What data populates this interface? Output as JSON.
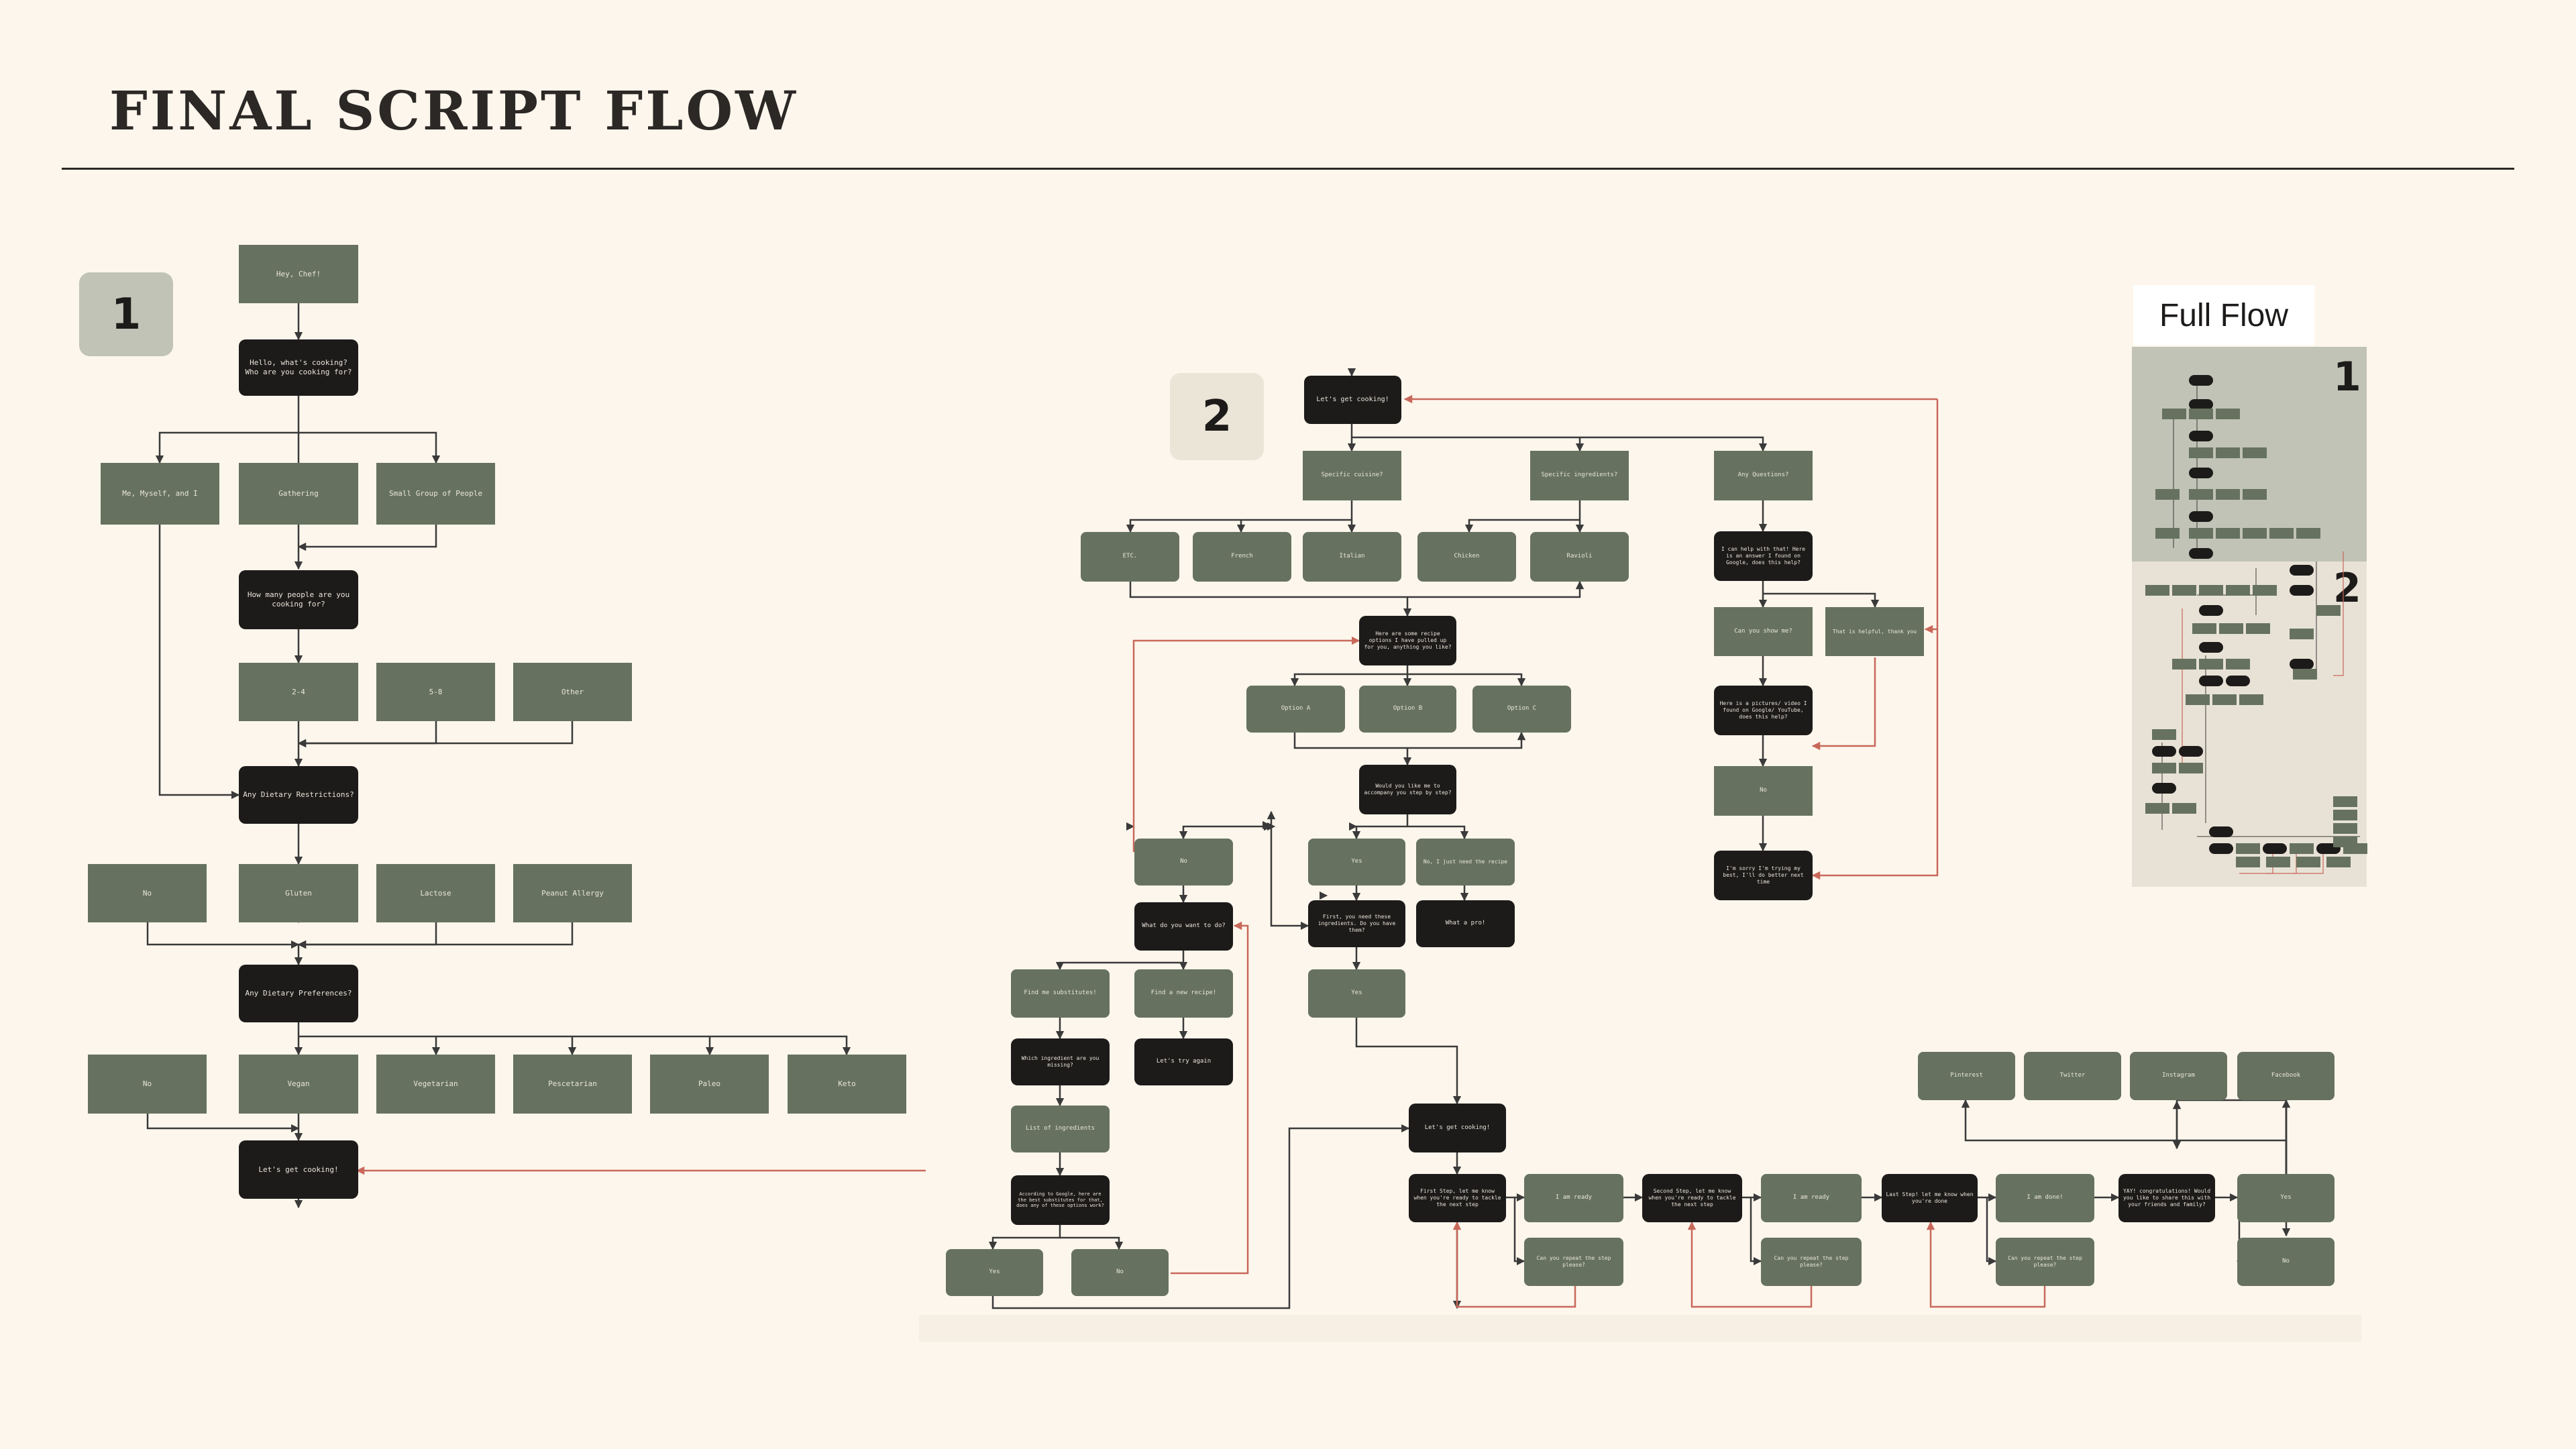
{
  "page": {
    "title": "FINAL SCRIPT FLOW"
  },
  "sections": {
    "one": "1",
    "two": "2"
  },
  "full_flow": {
    "title": "Full Flow",
    "labels": [
      "1",
      "2"
    ]
  },
  "colors": {
    "background": "#fdf6ec",
    "option_box": "#66725f",
    "dialog_box": "#1d1b1a",
    "box_text": "#e9e4da",
    "loop_line": "#c8685a",
    "line": "#3a3a3a"
  },
  "nodes": {
    "hey_chef": "Hey, Chef!",
    "hello_cooking": "Hello, what's cooking? Who are you cooking for?",
    "me_myself": "Me, Myself, and I",
    "gathering": "Gathering",
    "small_group": "Small Group of People",
    "how_many": "How many people are you cooking for?",
    "two_four": "2-4",
    "five_eight": "5-8",
    "other": "Other",
    "any_restrictions": "Any Dietary Restrictions?",
    "r_no": "No",
    "gluten": "Gluten",
    "lactose": "Lactose",
    "peanut": "Peanut Allergy",
    "any_preferences": "Any Dietary Preferences?",
    "p_no": "No",
    "vegan": "Vegan",
    "vegetarian": "Vegetarian",
    "pescetarian": "Pescetarian",
    "paleo": "Paleo",
    "keto": "Keto",
    "lets_cook_1": "Let's get cooking!",
    "lets_cook_2": "Let's get cooking!",
    "specific_cuisine": "Specific cuisine?",
    "specific_ingredients": "Specific ingredients?",
    "any_questions": "Any Questions?",
    "etc": "ETC.",
    "french": "French",
    "italian": "Italian",
    "chicken": "Chicken",
    "ravioli": "Ravioli",
    "recipe_options": "Here are some recipe options I have pulled up for you, anything you like?",
    "option_a": "Option A",
    "option_b": "Option B",
    "option_c": "Option C",
    "accompany": "Would you like me to accompany you step by step?",
    "no_1": "No",
    "yes_1": "Yes",
    "just_recipe": "No, I just need the recipe",
    "what_to_do": "What do you want to do?",
    "first_ingredients": "First, you need these ingredients. Do you have them?",
    "what_a_pro": "What a pro!",
    "find_substitutes": "Find me substitutes!",
    "find_new_recipe": "Find a new recipe!",
    "yes_2": "Yes",
    "which_missing": "Which ingredient are you missing?",
    "try_again": "Let's try again",
    "list_ingredients": "List of ingredients",
    "according_google": "According to Google, here are the best substitutes for that, does any of these options work?",
    "yes_3": "Yes",
    "no_2": "No",
    "lets_cook_3": "Let's get cooking!",
    "first_step": "First Step, let me know when you're ready to tackle the next step",
    "ready_1": "I am ready",
    "repeat_1": "Can you repeat the step please?",
    "second_step": "Second Step, let me know when you're ready to tackle the next step",
    "ready_2": "I am ready",
    "repeat_2": "Can you repeat the step please?",
    "last_step": "Last Step! let me know when you're done",
    "done": "I am done!",
    "repeat_3": "Can you repeat the step please?",
    "congrats": "YAY! congratulations! Would you like to share this with your friends and family?",
    "share_yes": "Yes",
    "share_no": "No",
    "pinterest": "Pinterest",
    "twitter": "Twitter",
    "instagram": "Instagram",
    "facebook": "Facebook",
    "help_with": "I can help with that! Here is an answer I found on Google, does this help?",
    "show_me": "Can you show me?",
    "helpful": "That is helpful, thank you",
    "video": "Here is a pictures/ video I found on Google/ YouTube, does this help?",
    "q_no": "No",
    "sorry": "I'm sorry I'm trying my best, I'll do better next time"
  }
}
